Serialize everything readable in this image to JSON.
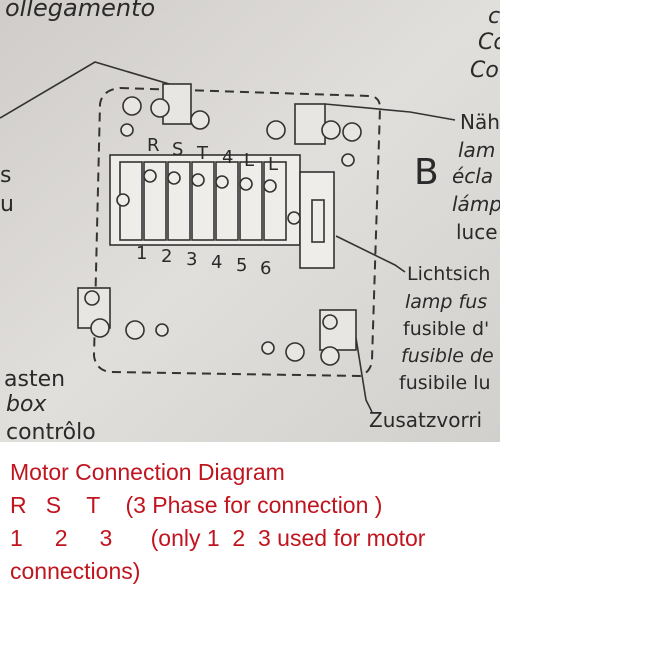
{
  "photo": {
    "top_left": "ollegamento",
    "left_edge": [
      "s",
      "u"
    ],
    "left_bottom": [
      "asten",
      "box",
      "contrôlo"
    ],
    "top_right": [
      "c",
      "Co",
      "Co"
    ],
    "section_letter": "B",
    "lamp_labels": [
      "Näh",
      "lam",
      "écla",
      "lámp",
      "luce"
    ],
    "terminal_letters": [
      "R",
      "S",
      "T",
      "4",
      "L",
      "L"
    ],
    "terminal_numbers": [
      "1",
      "2",
      "3",
      "4",
      "5",
      "6"
    ],
    "fuse_labels": [
      "Lichtsich",
      "lamp fus",
      "fusible d'",
      "fusible de",
      "fusibile lu"
    ],
    "bottom_right": "Zusatzvorri"
  },
  "caption": {
    "title": "Motor Connection Diagram",
    "line2": "R   S    T    (3 Phase for connection )",
    "line3": "1     2     3      (only 1  2  3 used for motor",
    "line4": "connections)"
  }
}
